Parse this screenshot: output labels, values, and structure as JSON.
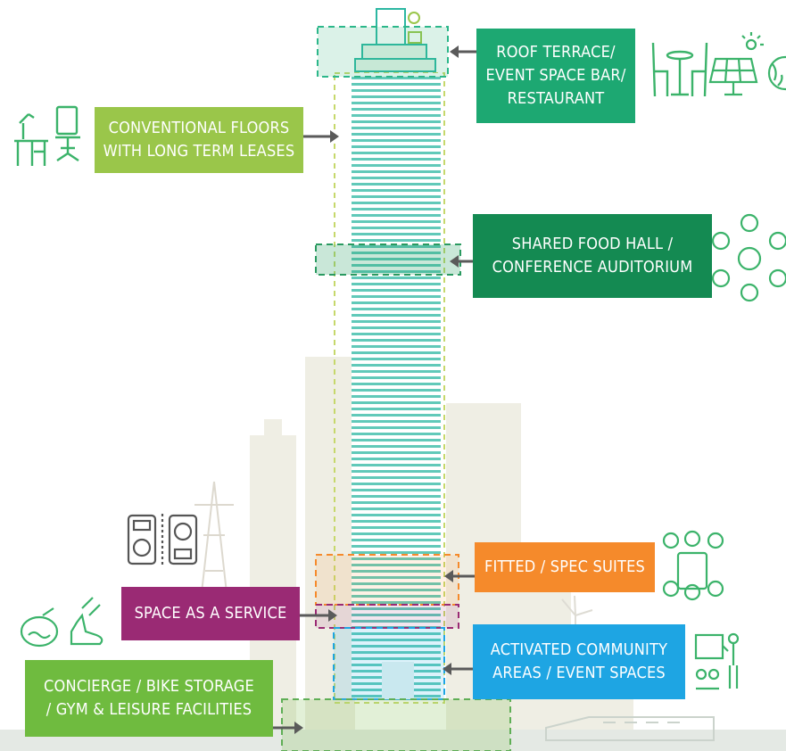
{
  "colors": {
    "green_light": "#9ac64a",
    "green_mid": "#1da872",
    "green_dark": "#148a52",
    "orange": "#f58a2b",
    "purple": "#9a2a74",
    "blue": "#1ea5e3",
    "green_bright": "#6fbb3f",
    "tower_stripe": "#2cb7a2",
    "arrow": "#5a5a5a",
    "skyline": "#efeee4"
  },
  "labels": {
    "roof": "ROOF TERRACE/\nEVENT SPACE BAR/\nRESTAURANT",
    "conventional": "CONVENTIONAL FLOORS\nWITH LONG TERM LEASES",
    "foodhall": "SHARED FOOD HALL /\nCONFERENCE AUDITORIUM",
    "fitted": "FITTED / SPEC SUITES",
    "saas": "SPACE AS A SERVICE",
    "community": "ACTIVATED COMMUNITY\nAREAS / EVENT SPACES",
    "concierge": "CONCIERGE / BIKE  STORAGE\n/ GYM & LEISURE  FACILITIES"
  },
  "icons": [
    "desk-chair-icon",
    "cafe-table-icon",
    "solar-panel-icon",
    "globe-icon",
    "meeting-table-icon",
    "desk-pair-icon",
    "conference-table-icon",
    "swimming-icon",
    "running-shoe-icon",
    "presenter-icon",
    "train-icon"
  ]
}
